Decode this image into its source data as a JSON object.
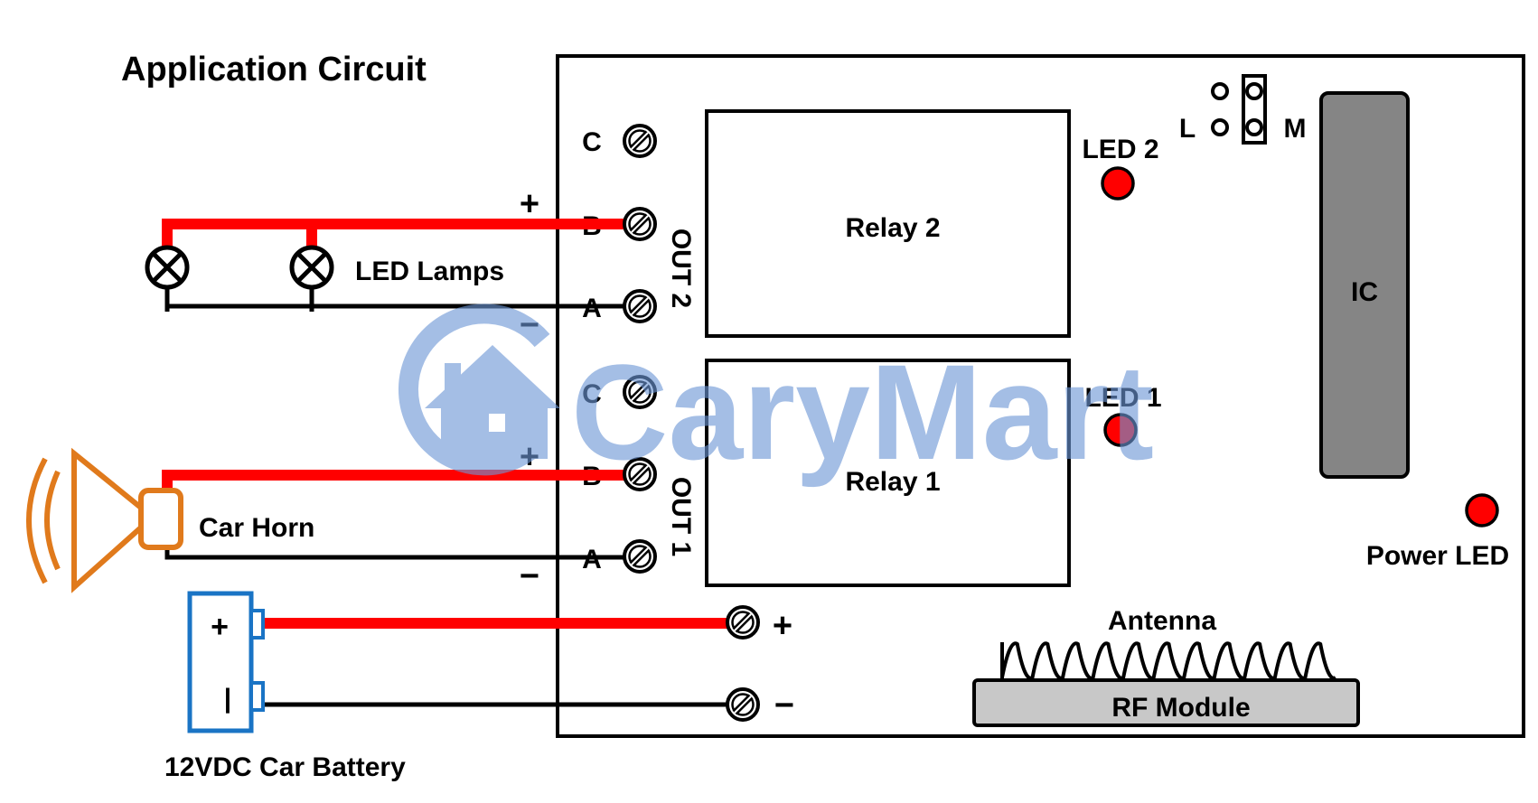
{
  "title": "Application Circuit",
  "colors": {
    "positive_wire": "#ff0000",
    "negative_wire": "#000000",
    "led": "#ff0000",
    "ic_fill": "#858585",
    "rf_fill": "#c8c8c8",
    "horn": "#e07a1c",
    "battery": "#1a74c5",
    "watermark": "#6d97d6"
  },
  "board": {
    "relays": [
      {
        "label": "Relay 2"
      },
      {
        "label": "Relay 1"
      }
    ],
    "outputs": [
      {
        "label": "OUT 2",
        "terminals": [
          "C",
          "B",
          "A"
        ]
      },
      {
        "label": "OUT 1",
        "terminals": [
          "C",
          "B",
          "A"
        ]
      }
    ],
    "leds": [
      {
        "label": "LED 2"
      },
      {
        "label": "LED 1"
      },
      {
        "label": "Power LED"
      }
    ],
    "jumper": {
      "left_label": "L",
      "right_label": "M"
    },
    "ic_label": "IC",
    "rf_module_label": "RF Module",
    "antenna_label": "Antenna",
    "power_terminals": {
      "positive": "+",
      "negative": "−"
    }
  },
  "loads": {
    "lamps_label": "LED Lamps",
    "horn_label": "Car Horn",
    "battery_label": "12VDC Car Battery",
    "battery_plus": "+",
    "battery_minus": "|"
  },
  "polarity": {
    "plus": "+",
    "minus": "−"
  },
  "watermark": "CaryMart"
}
